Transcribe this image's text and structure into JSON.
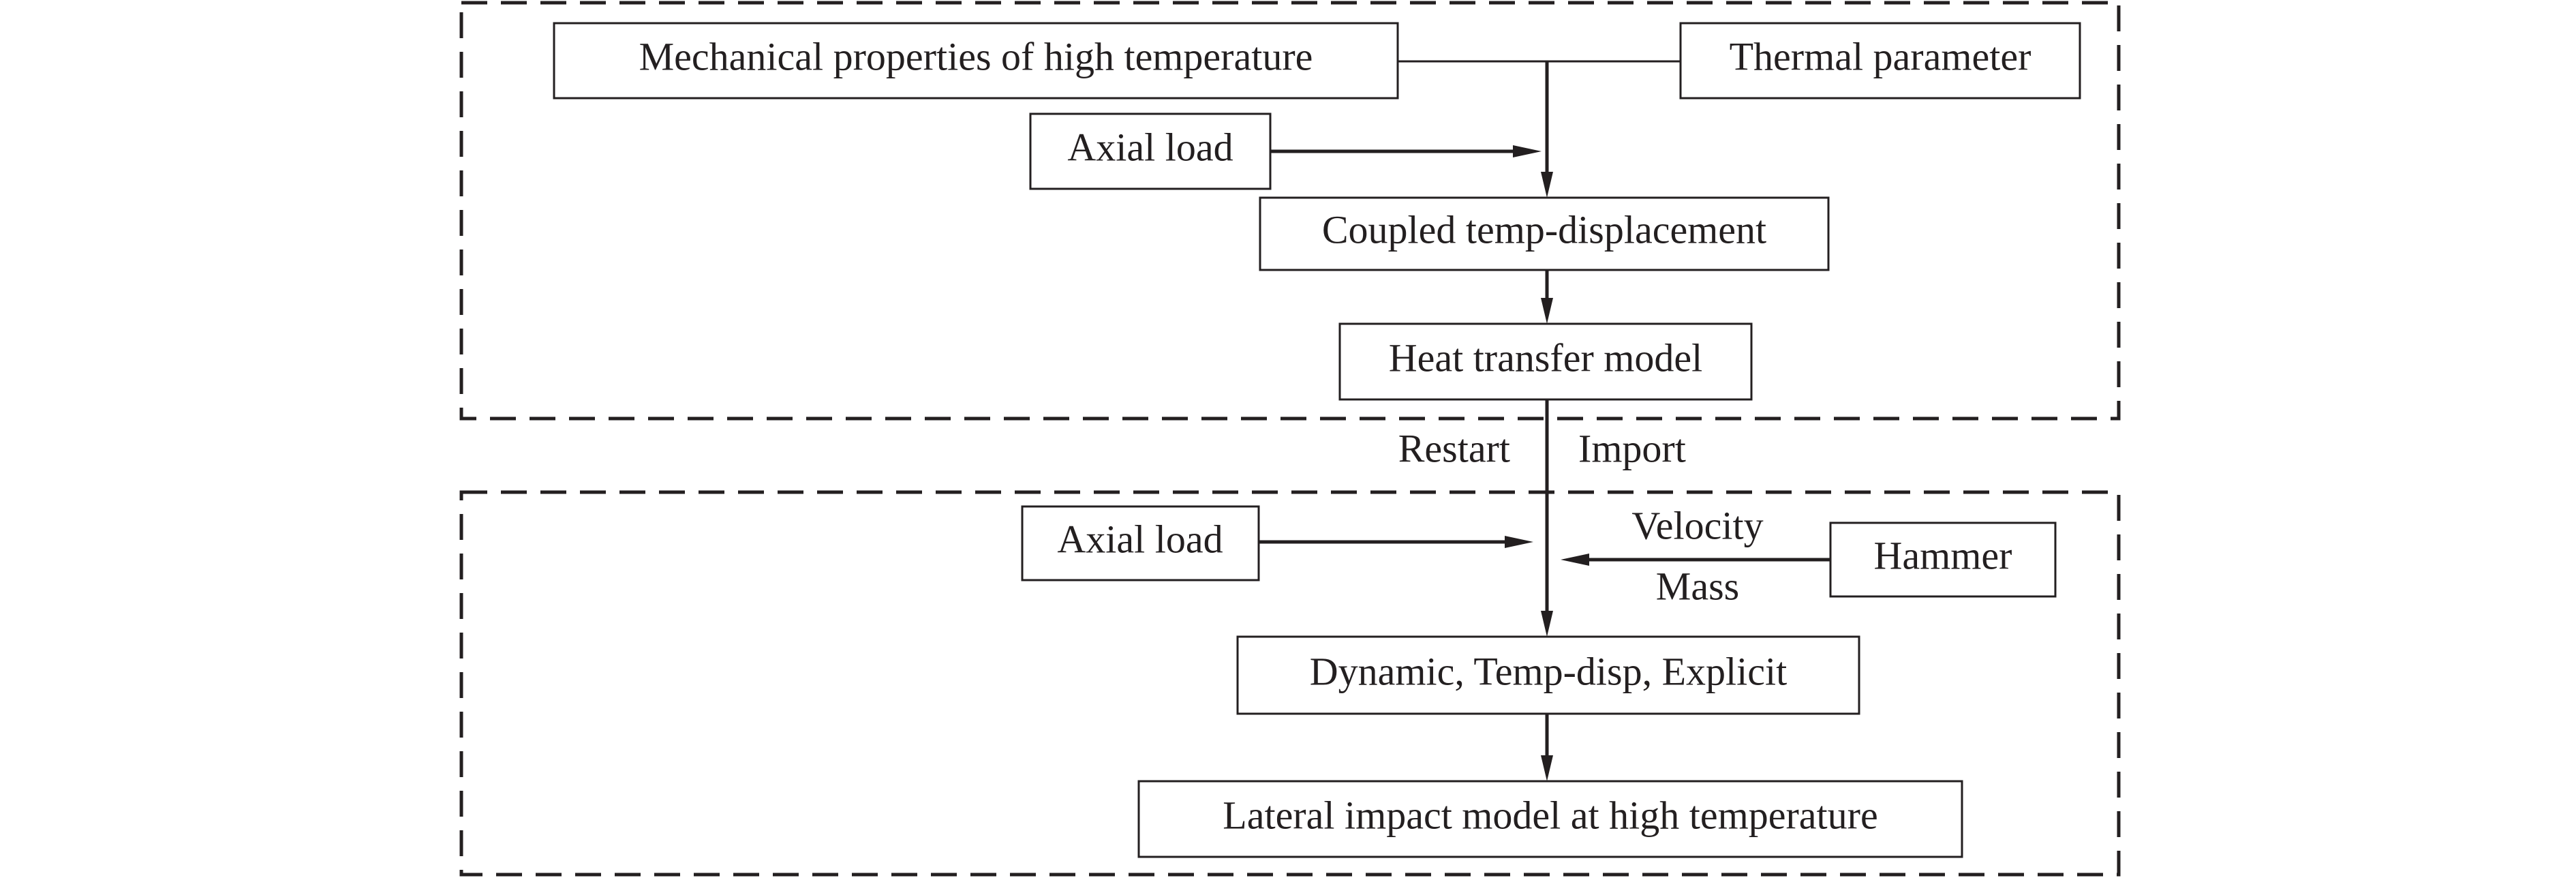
{
  "diagram": {
    "stage1": {
      "mechanical_properties": "Mechanical properties of high temperature",
      "thermal_parameter": "Thermal parameter",
      "axial_load": "Axial load",
      "coupled": "Coupled temp-displacement",
      "heat_transfer": "Heat transfer model"
    },
    "transfer": {
      "restart": "Restart",
      "import": "Import"
    },
    "stage2": {
      "axial_load": "Axial load",
      "velocity": "Velocity",
      "mass": "Mass",
      "hammer": "Hammer",
      "dynamic": "Dynamic, Temp-disp, Explicit",
      "lateral_impact": "Lateral impact model at high temperature"
    }
  }
}
